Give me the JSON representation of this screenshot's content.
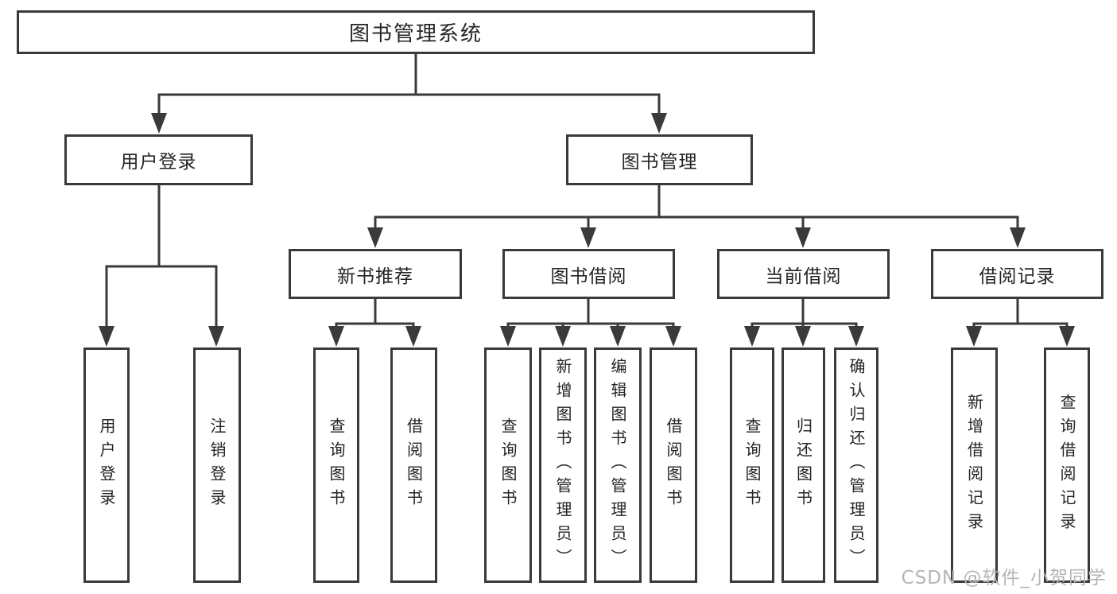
{
  "diagram": {
    "type": "tree",
    "nodes": {
      "root": "图书管理系统",
      "login": "用户登录",
      "mgmt": "图书管理",
      "newbook": "新书推荐",
      "borrow": "图书借阅",
      "current": "当前借阅",
      "records": "借阅记录",
      "login_user": "用户登录",
      "login_logout": "注销登录",
      "nb_query": "查询图书",
      "nb_borrow": "借阅图书",
      "bw_query": "查询图书",
      "bw_add": "新增图书（管理员）",
      "bw_edit": "编辑图书（管理员）",
      "bw_borrow": "借阅图书",
      "cb_query": "查询图书",
      "cb_return": "归还图书",
      "cb_confirm": "确认归还（管理员）",
      "rc_add": "新增借阅记录",
      "rc_query": "查询借阅记录"
    },
    "hierarchy": {
      "图书管理系统": {
        "用户登录": [
          "用户登录",
          "注销登录"
        ],
        "图书管理": {
          "新书推荐": [
            "查询图书",
            "借阅图书"
          ],
          "图书借阅": [
            "查询图书",
            "新增图书（管理员）",
            "编辑图书（管理员）",
            "借阅图书"
          ],
          "当前借阅": [
            "查询图书",
            "归还图书",
            "确认归还（管理员）"
          ],
          "借阅记录": [
            "新增借阅记录",
            "查询借阅记录"
          ]
        }
      }
    },
    "colors": {
      "line": "#3a3a3a",
      "text": "#242424",
      "background": "#ffffff",
      "watermark_color": "#b5b5b5"
    }
  },
  "watermark": "CSDN @软件_小贺同学"
}
